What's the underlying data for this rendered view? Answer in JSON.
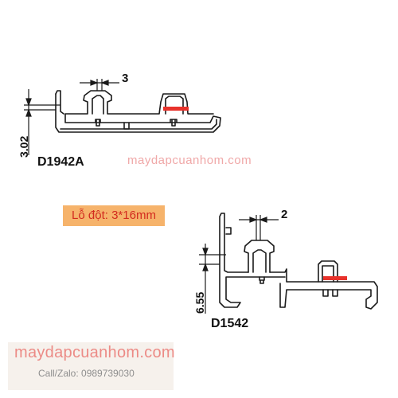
{
  "profiles": [
    {
      "code": "D1942A",
      "height_dimension": "3.02",
      "width_dimension": "3",
      "punch_mark_color": "#e8322b"
    },
    {
      "code": "D1542",
      "height_dimension": "6.55",
      "width_dimension": "2",
      "punch_mark_color": "#e8322b"
    }
  ],
  "punch_size_label": "Lỗ đột: 3*16mm",
  "watermark": "maydapcuanhom.com",
  "brand": {
    "name": "maydapcuanhom.com",
    "contact": "Call/Zalo: 0989739030"
  },
  "colors": {
    "profile_stroke": "#1a1a1a",
    "punch_mark": "#e8322b",
    "badge_background": "#f6b36b",
    "badge_text": "#d22b1f",
    "watermark_text": "#f0a8a8"
  }
}
